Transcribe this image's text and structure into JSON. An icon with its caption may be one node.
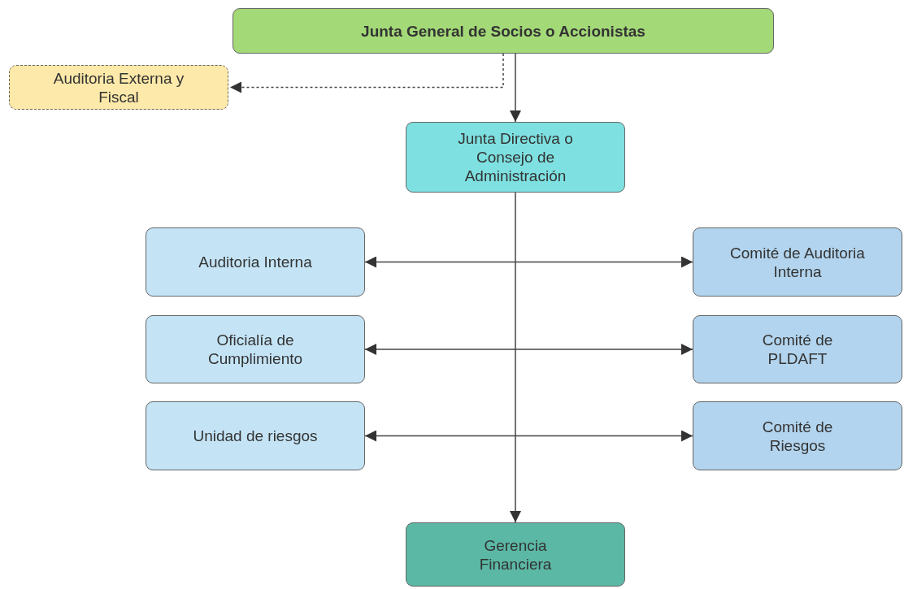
{
  "diagram": {
    "nodes": [
      {
        "text": [
          "Junta General de Socios o Accionistas"
        ]
      },
      {
        "text": [
          "Auditoria Externa y Fiscal"
        ]
      },
      {
        "text": [
          "Junta Directiva o Consejo de Administración"
        ]
      },
      {
        "text": [
          "Auditoria Interna"
        ]
      },
      {
        "text": [
          "Comité de Auditoria Interna"
        ]
      },
      {
        "text": [
          "Oficialía de Cumplimiento"
        ]
      },
      {
        "text": [
          "Comité de PLDAFT"
        ]
      },
      {
        "text": [
          "Unidad de riesgos"
        ]
      },
      {
        "text": [
          "Comité de Riesgos"
        ]
      },
      {
        "text": [
          "Gerencia Financiera"
        ]
      }
    ],
    "edges": [
      {
        "from": 0,
        "to": 2,
        "arrow": "to"
      },
      {
        "from": 0,
        "to": 1,
        "arrow": "to",
        "style": "dashed"
      },
      {
        "from": 3,
        "to": 4,
        "arrow": "both"
      },
      {
        "from": 5,
        "to": 6,
        "arrow": "both"
      },
      {
        "from": 7,
        "to": 8,
        "arrow": "both"
      },
      {
        "from": 2,
        "to": 9,
        "arrow": "to"
      }
    ]
  }
}
